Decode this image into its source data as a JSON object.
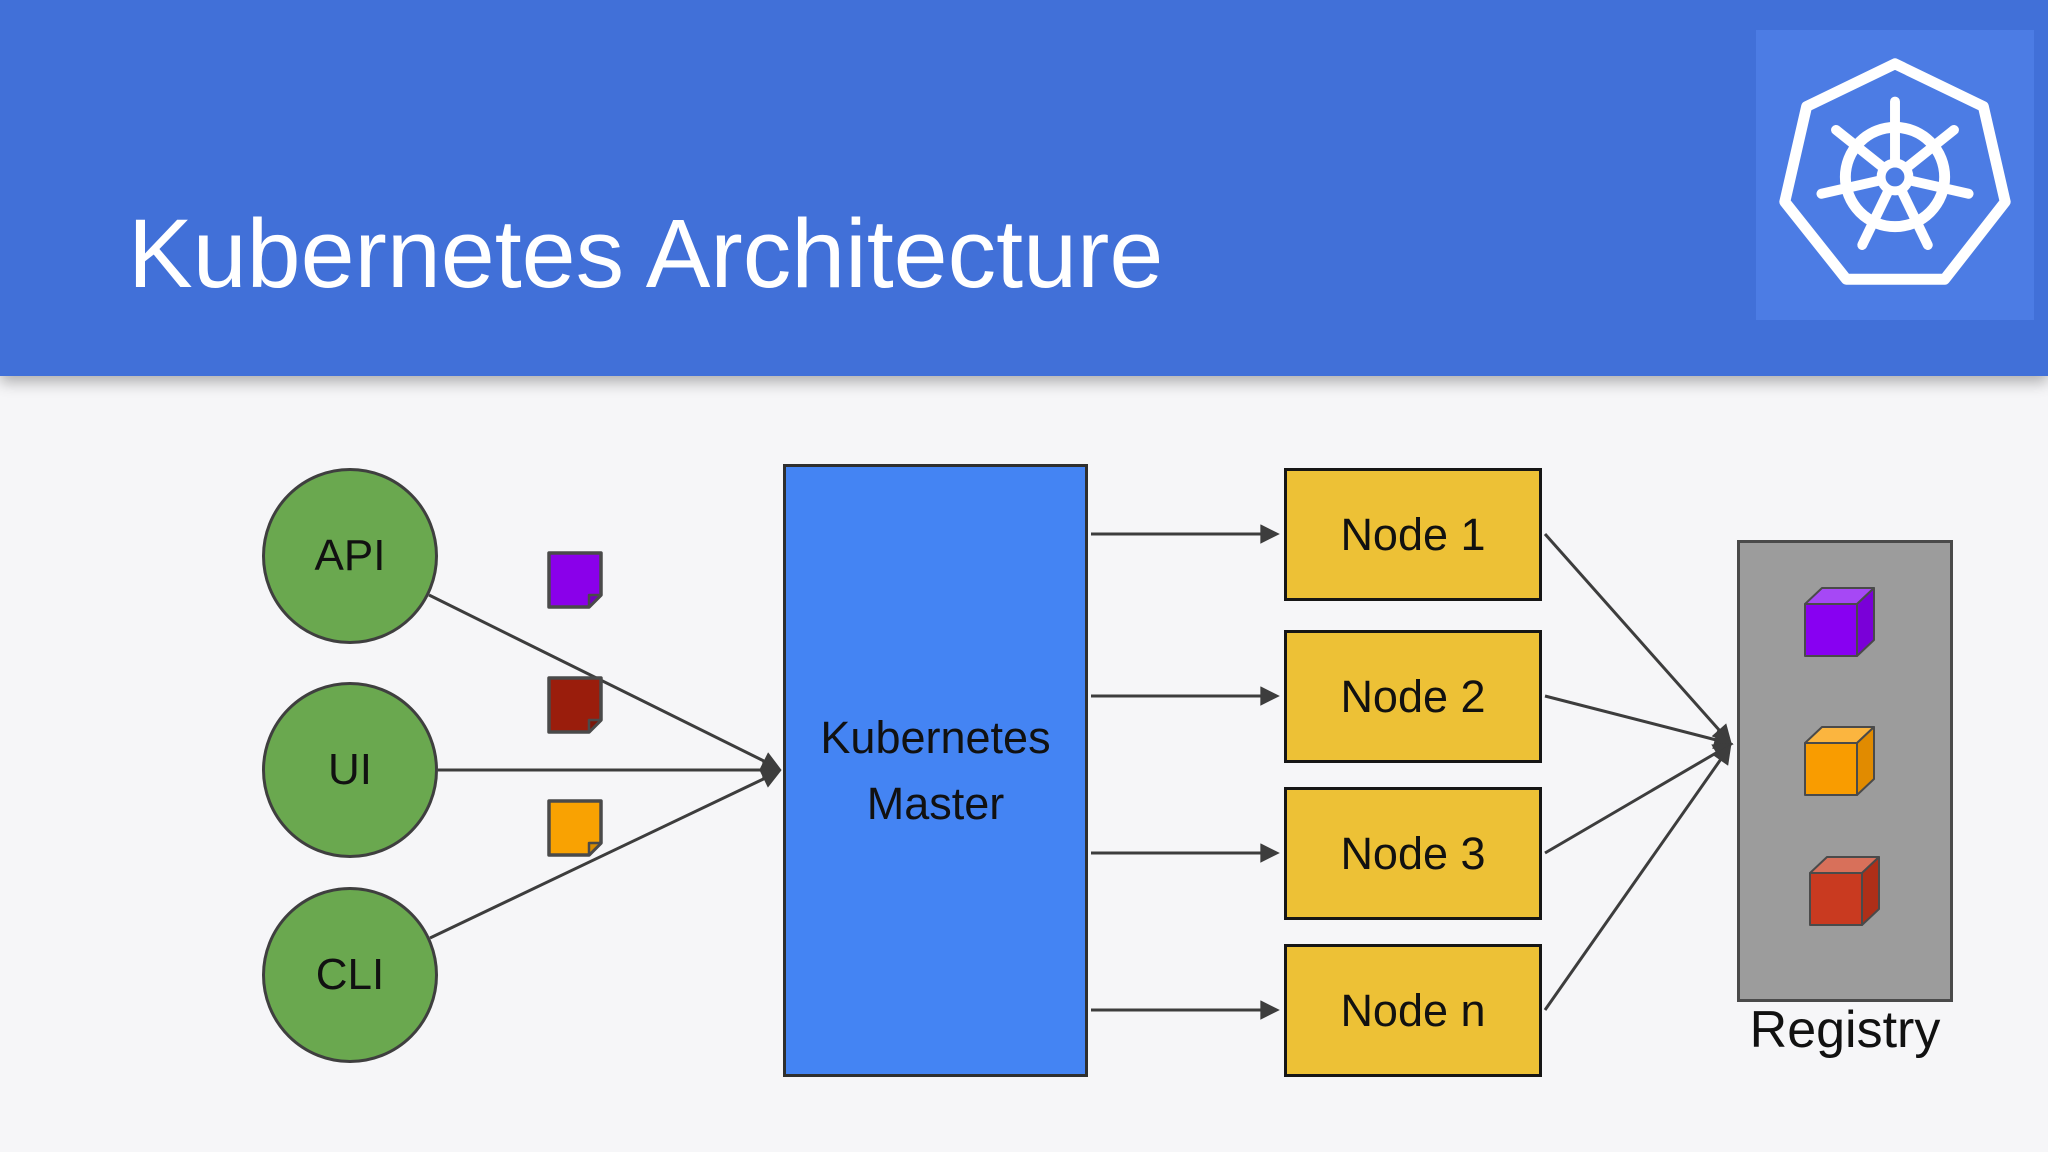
{
  "header": {
    "title": "Kubernetes Architecture",
    "background_color": "#4170d8",
    "logo_patch_color": "#4c7ce4",
    "logo_icon": "kubernetes-helm-wheel-in-heptagon",
    "logo_color": "#ffffff"
  },
  "canvas": {
    "background_color": "#f6f6f8"
  },
  "diagram": {
    "type": "architecture-flow",
    "clients": {
      "shape": "circle",
      "fill": "#6aa84f",
      "items": [
        {
          "label": "API"
        },
        {
          "label": "UI"
        },
        {
          "label": "CLI"
        }
      ]
    },
    "master": {
      "shape": "rectangle",
      "label": "Kubernetes Master",
      "fill": "#4484f3"
    },
    "nodes": {
      "shape": "rectangle",
      "fill": "#edc136",
      "items": [
        {
          "label": "Node 1"
        },
        {
          "label": "Node 2"
        },
        {
          "label": "Node 3"
        },
        {
          "label": "Node n"
        }
      ]
    },
    "notes": [
      {
        "name": "purple-note",
        "fill": "#8a00ea",
        "fold": "#6f00bd"
      },
      {
        "name": "dark-red-note",
        "fill": "#9a1d0c",
        "fold": "#7a170a"
      },
      {
        "name": "orange-note",
        "fill": "#f9a202",
        "fold": "#d98c00"
      }
    ],
    "registry": {
      "label": "Registry",
      "fill": "#9c9c9c",
      "cubes": [
        {
          "name": "purple-cube",
          "front": "#8800f2",
          "top": "#a648f5",
          "side": "#7a00d8"
        },
        {
          "name": "orange-cube",
          "front": "#f99c00",
          "top": "#fbb53f",
          "side": "#e18b00"
        },
        {
          "name": "red-cube",
          "front": "#c93a20",
          "top": "#d8705a",
          "side": "#ae2f18"
        }
      ]
    },
    "connector_color": "#3d3d3d",
    "edges": [
      {
        "from": "API",
        "to": "Kubernetes Master"
      },
      {
        "from": "UI",
        "to": "Kubernetes Master"
      },
      {
        "from": "CLI",
        "to": "Kubernetes Master"
      },
      {
        "from": "Kubernetes Master",
        "to": "Node 1"
      },
      {
        "from": "Kubernetes Master",
        "to": "Node 2"
      },
      {
        "from": "Kubernetes Master",
        "to": "Node 3"
      },
      {
        "from": "Kubernetes Master",
        "to": "Node n"
      },
      {
        "from": "Node 1",
        "to": "Registry"
      },
      {
        "from": "Node 2",
        "to": "Registry"
      },
      {
        "from": "Node 3",
        "to": "Registry"
      },
      {
        "from": "Node n",
        "to": "Registry"
      }
    ]
  }
}
